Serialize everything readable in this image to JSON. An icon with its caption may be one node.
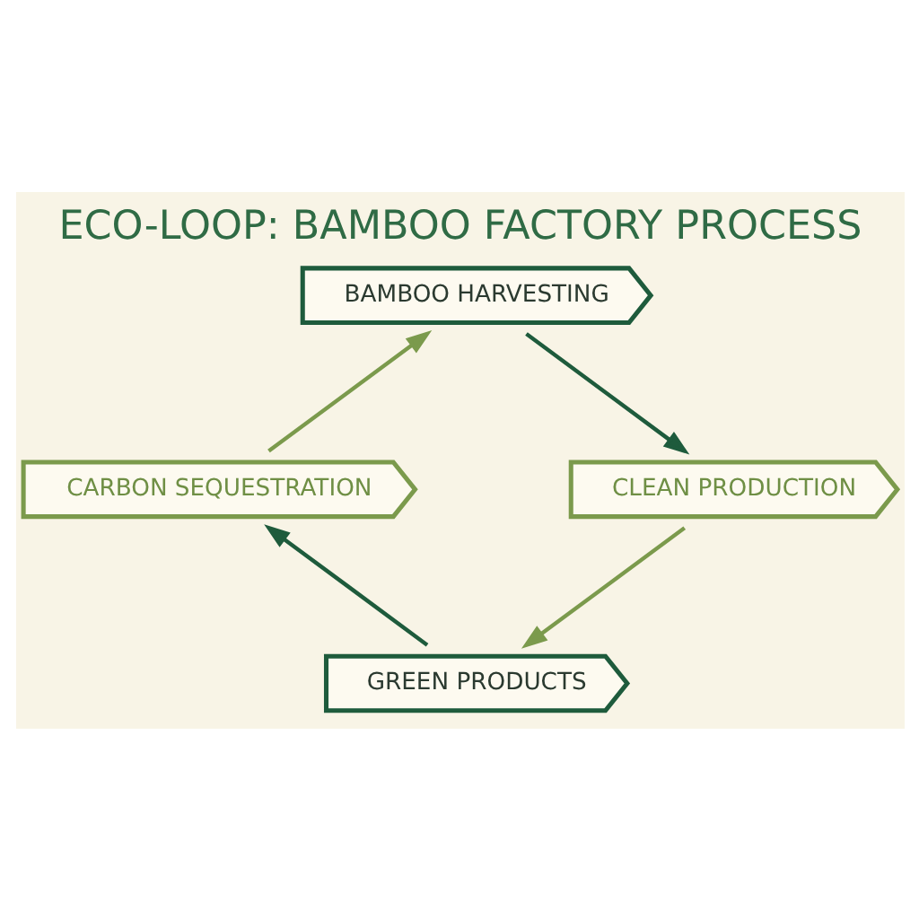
{
  "diagram": {
    "title": "ECO-LOOP: BAMBOO FACTORY PROCESS",
    "nodes": [
      {
        "text": [
          "BAMBOO HARVESTING"
        ]
      },
      {
        "text": [
          "CLEAN PRODUCTION"
        ]
      },
      {
        "text": [
          "GREEN PRODUCTS"
        ]
      },
      {
        "text": [
          "CARBON SEQUESTRATION"
        ]
      }
    ],
    "edges": [
      {
        "from": 0,
        "to": 1,
        "arrow": "to"
      },
      {
        "from": 1,
        "to": 2,
        "arrow": "to",
        "color": "#7b9a4c"
      },
      {
        "from": 2,
        "to": 3,
        "arrow": "to"
      },
      {
        "from": 3,
        "to": 0,
        "arrow": "to",
        "color": "#7b9a4c"
      }
    ]
  }
}
